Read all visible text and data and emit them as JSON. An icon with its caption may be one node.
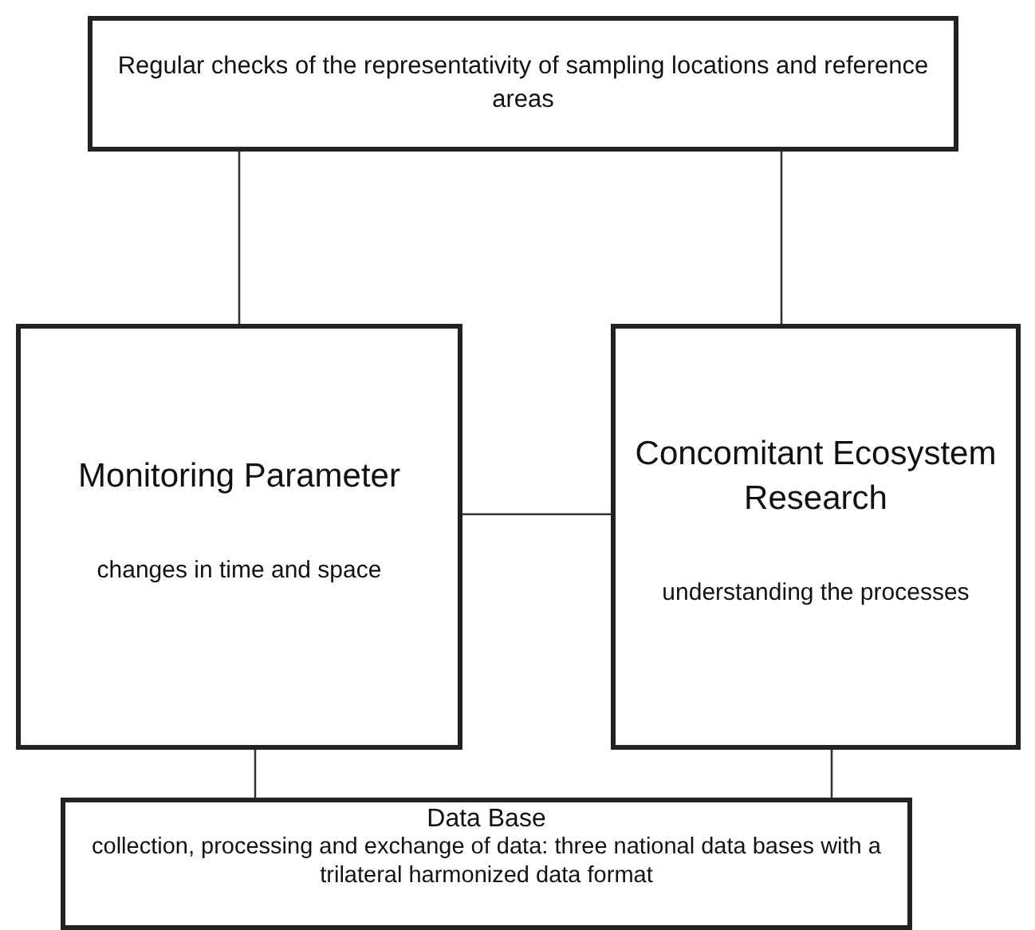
{
  "diagram": {
    "nodes": [
      {
        "text": [
          "Regular checks of the representativity of sampling locations and reference areas"
        ]
      },
      {
        "text": [
          "Monitoring Parameter",
          "changes in time and space"
        ]
      },
      {
        "text": [
          "Concomitant Ecosystem Research",
          "understanding the processes"
        ]
      },
      {
        "text": [
          "Data Base",
          "collection, processing and exchange of data: three national data bases with a trilateral harmonized data format"
        ]
      }
    ],
    "edges": [
      {
        "from": 0,
        "to": 1,
        "arrow": "none"
      },
      {
        "from": 0,
        "to": 2,
        "arrow": "none"
      },
      {
        "from": 1,
        "to": 2,
        "arrow": "none"
      },
      {
        "from": 1,
        "to": 3,
        "arrow": "none"
      },
      {
        "from": 2,
        "to": 3,
        "arrow": "none"
      }
    ]
  }
}
